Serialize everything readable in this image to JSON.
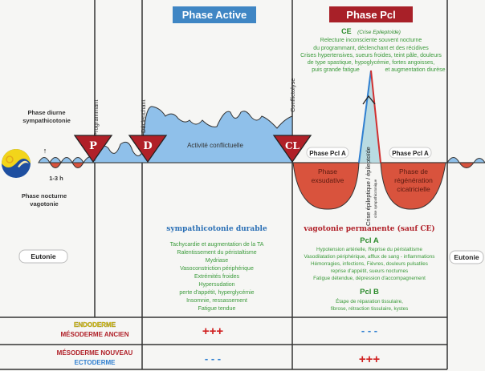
{
  "header": {
    "phase_active": "Phase Active",
    "phase_pcl": "Phase Pcl"
  },
  "colors": {
    "blue": "#3f86c4",
    "red": "#b02028",
    "green": "#3a9a3a",
    "area_blue": "#8fc0ea",
    "area_red": "#d9533d"
  },
  "left": {
    "phase_diurne": [
      "Phase diurne",
      "sympathicotonie"
    ],
    "phase_nocturne": [
      "Phase nocturne",
      "vagotonie"
    ],
    "cycle": "1-3 h",
    "arrow": "↑",
    "eutonie": "Eutonie"
  },
  "markers": {
    "p": "P",
    "d": "D",
    "cl": "CL",
    "programmant": "Programmant",
    "declenchant": "Déclenchant",
    "conflictolyse": "Conflictolyse"
  },
  "active": {
    "area_label": "Activité conflictuelle",
    "title": "sympathicotonie durable",
    "symptoms": [
      "Tachycardie et augmentation de la TA",
      "Ralentissement du péristaltisme",
      "Mydriase",
      "Vasoconstriction périphérique",
      "Extrémités froides",
      "Hypersudation",
      "perte d'appétit, hyperglycémie",
      "Insomnie, ressassement",
      "Fatigue tendue"
    ]
  },
  "pcl": {
    "ce_title": "CE",
    "ce_sub": "(Crise Epileptoïde)",
    "ce_text": [
      "Relecture inconsciente souvent nocturne",
      "du programmant, déclenchant et des récidives",
      "Crises hypertensives, sueurs froides,  teint pâle, douleurs",
      "de type spastique, hypoglycémie,  fortes angoisses,"
    ],
    "ce_last_left": "puis grande fatigue",
    "ce_last_right": "et augmentation diurèse",
    "pcl_a_left": "Phase Pcl A",
    "pcl_a_right": "Phase Pcl A",
    "exsudative": [
      "Phase",
      "exsudative"
    ],
    "regeneration": [
      "Phase de",
      "régénération",
      "cicatricielle"
    ],
    "crise_label": "Crise épileptique / épileptoïde",
    "crise_sub": "crise sympathicotonique",
    "title": "vagotonie permanente (sauf CE)",
    "a_title": "Pcl A",
    "a_text": [
      "Hypotension artérielle, Reprise du péristaltisme",
      "Vasodilatation périphérique, afflux de sang - inflammations",
      "Hémorragies, infections, Fièvres, douleurs pulsatiles",
      "reprise d'appétit, sueurs nocturnes",
      "Fatigue détendue, dépression d'accompagnement"
    ],
    "b_title": "Pcl B",
    "b_text": [
      "Étape de réparation tissulaire,",
      "fibrose, rétraction tissulaire, kystes"
    ]
  },
  "right": {
    "eutonie": "Eutonie"
  },
  "table": {
    "row1": {
      "endoderme": "ENDODERME",
      "mesoderme": "MÉSODERME ANCIEN",
      "active": "+++",
      "pcl": "- - -"
    },
    "row2": {
      "mesoderme": "MÉSODERME NOUVEAU",
      "ectoderme": "ECTODERME",
      "active": "- - -",
      "pcl": "+++"
    }
  }
}
